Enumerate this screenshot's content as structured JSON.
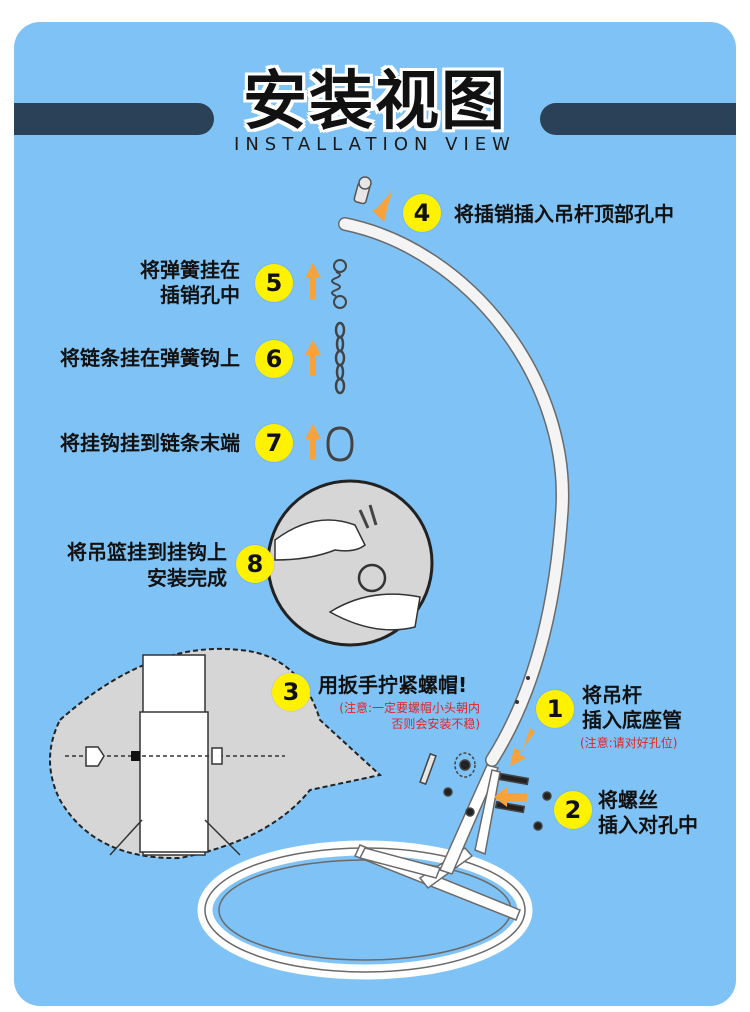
{
  "title": "安装视图",
  "subtitle": "INSTALLATION VIEW",
  "steps": [
    {
      "num": "1",
      "lines": [
        "将吊杆",
        "插入底座管"
      ],
      "note": [
        "(注意:请对好孔位)"
      ]
    },
    {
      "num": "2",
      "lines": [
        "将螺丝",
        "插入对孔中"
      ]
    },
    {
      "num": "3",
      "lines": [
        "用扳手拧紧螺帽!"
      ],
      "note": [
        "(注意:一定要螺帽小头朝内",
        "否则会安装不稳)"
      ]
    },
    {
      "num": "4",
      "lines": [
        "将插销插入吊杆顶部孔中"
      ]
    },
    {
      "num": "5",
      "lines": [
        "将弹簧挂在",
        "插销孔中"
      ]
    },
    {
      "num": "6",
      "lines": [
        "将链条挂在弹簧钩上"
      ]
    },
    {
      "num": "7",
      "lines": [
        "将挂钩挂到链条末端"
      ]
    },
    {
      "num": "8",
      "lines": [
        "将吊篮挂到挂钩上",
        "安装完成"
      ]
    }
  ],
  "colors": {
    "background": "#7fc3f6",
    "header_bar": "#2a4158",
    "badge": "#fff200",
    "arrow": "#f7a23b",
    "note_text": "#e02424"
  }
}
